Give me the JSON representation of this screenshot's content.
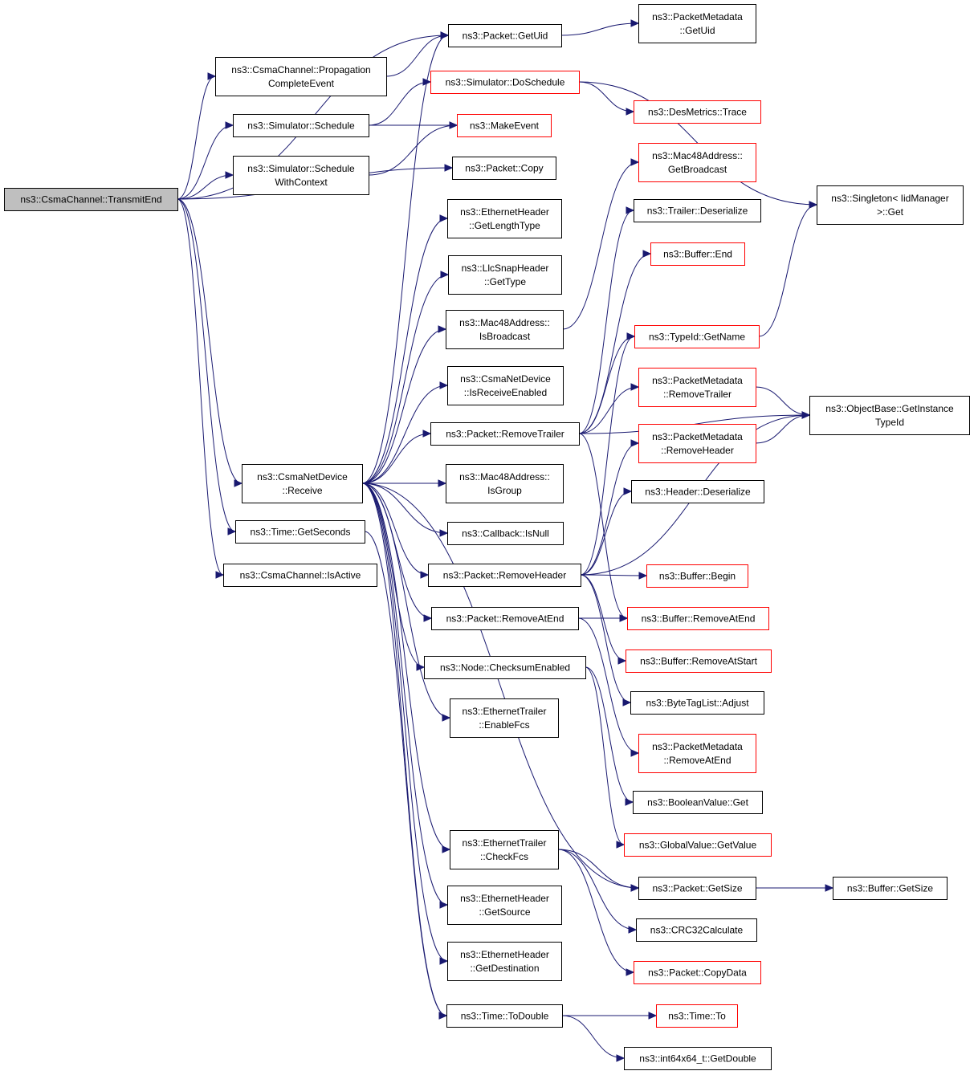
{
  "colors": {
    "edge": "#191970",
    "root_fill": "#bfbfbf",
    "root_border": "#000000",
    "documented_border": "#000000",
    "undocumented_border": "#ff0000"
  },
  "nodes": [
    {
      "id": "transmit_end",
      "lines": [
        "ns3::CsmaChannel::TransmitEnd"
      ],
      "style": "root"
    },
    {
      "id": "packet_getuid",
      "lines": [
        "ns3::Packet::GetUid"
      ],
      "style": "black"
    },
    {
      "id": "packetmetadata_getuid",
      "lines": [
        "ns3::PacketMetadata",
        "::GetUid"
      ],
      "style": "black"
    },
    {
      "id": "propagation_complete",
      "lines": [
        "ns3::CsmaChannel::Propagation",
        "CompleteEvent"
      ],
      "style": "black"
    },
    {
      "id": "simulator_doschedule",
      "lines": [
        "ns3::Simulator::DoSchedule"
      ],
      "style": "red"
    },
    {
      "id": "desmetrics_trace",
      "lines": [
        "ns3::DesMetrics::Trace"
      ],
      "style": "red"
    },
    {
      "id": "simulator_schedule",
      "lines": [
        "ns3::Simulator::Schedule"
      ],
      "style": "black"
    },
    {
      "id": "makeevent",
      "lines": [
        "ns3::MakeEvent"
      ],
      "style": "red"
    },
    {
      "id": "schedule_withcontext",
      "lines": [
        "ns3::Simulator::Schedule",
        "WithContext"
      ],
      "style": "black"
    },
    {
      "id": "packet_copy",
      "lines": [
        "ns3::Packet::Copy"
      ],
      "style": "black"
    },
    {
      "id": "mac48_getbroadcast",
      "lines": [
        "ns3::Mac48Address::",
        "GetBroadcast"
      ],
      "style": "red"
    },
    {
      "id": "singleton_get",
      "lines": [
        "ns3::Singleton< IidManager",
        ">::Get"
      ],
      "style": "black"
    },
    {
      "id": "ethhdr_getlengthtype",
      "lines": [
        "ns3::EthernetHeader",
        "::GetLengthType"
      ],
      "style": "black"
    },
    {
      "id": "trailer_deserialize",
      "lines": [
        "ns3::Trailer::Deserialize"
      ],
      "style": "black"
    },
    {
      "id": "buffer_end",
      "lines": [
        "ns3::Buffer::End"
      ],
      "style": "red"
    },
    {
      "id": "llcsnap_gettype",
      "lines": [
        "ns3::LlcSnapHeader",
        "::GetType"
      ],
      "style": "black"
    },
    {
      "id": "mac48_isbroadcast",
      "lines": [
        "ns3::Mac48Address::",
        "IsBroadcast"
      ],
      "style": "black"
    },
    {
      "id": "typeid_getname",
      "lines": [
        "ns3::TypeId::GetName"
      ],
      "style": "red"
    },
    {
      "id": "csmanetdevice_isreceiveenabled",
      "lines": [
        "ns3::CsmaNetDevice",
        "::IsReceiveEnabled"
      ],
      "style": "black"
    },
    {
      "id": "pm_removetrailer",
      "lines": [
        "ns3::PacketMetadata",
        "::RemoveTrailer"
      ],
      "style": "red"
    },
    {
      "id": "objectbase_getinstancetypeid",
      "lines": [
        "ns3::ObjectBase::GetInstance",
        "TypeId"
      ],
      "style": "black"
    },
    {
      "id": "packet_removetrailer",
      "lines": [
        "ns3::Packet::RemoveTrailer"
      ],
      "style": "black"
    },
    {
      "id": "pm_removeheader",
      "lines": [
        "ns3::PacketMetadata",
        "::RemoveHeader"
      ],
      "style": "red"
    },
    {
      "id": "csmanetdevice_receive",
      "lines": [
        "ns3::CsmaNetDevice",
        "::Receive"
      ],
      "style": "black"
    },
    {
      "id": "mac48_isgroup",
      "lines": [
        "ns3::Mac48Address::",
        "IsGroup"
      ],
      "style": "black"
    },
    {
      "id": "header_deserialize",
      "lines": [
        "ns3::Header::Deserialize"
      ],
      "style": "black"
    },
    {
      "id": "time_getseconds",
      "lines": [
        "ns3::Time::GetSeconds"
      ],
      "style": "black"
    },
    {
      "id": "callback_isnull",
      "lines": [
        "ns3::Callback::IsNull"
      ],
      "style": "black"
    },
    {
      "id": "csmachannel_isactive",
      "lines": [
        "ns3::CsmaChannel::IsActive"
      ],
      "style": "black"
    },
    {
      "id": "packet_removeheader",
      "lines": [
        "ns3::Packet::RemoveHeader"
      ],
      "style": "black"
    },
    {
      "id": "buffer_begin",
      "lines": [
        "ns3::Buffer::Begin"
      ],
      "style": "red"
    },
    {
      "id": "packet_removeatend",
      "lines": [
        "ns3::Packet::RemoveAtEnd"
      ],
      "style": "black"
    },
    {
      "id": "buffer_removeatend",
      "lines": [
        "ns3::Buffer::RemoveAtEnd"
      ],
      "style": "red"
    },
    {
      "id": "node_checksumenabled",
      "lines": [
        "ns3::Node::ChecksumEnabled"
      ],
      "style": "black"
    },
    {
      "id": "buffer_removeatstart",
      "lines": [
        "ns3::Buffer::RemoveAtStart"
      ],
      "style": "red"
    },
    {
      "id": "bytetaglist_adjust",
      "lines": [
        "ns3::ByteTagList::Adjust"
      ],
      "style": "black"
    },
    {
      "id": "ethtrailer_enablefcs",
      "lines": [
        "ns3::EthernetTrailer",
        "::EnableFcs"
      ],
      "style": "black"
    },
    {
      "id": "pm_removeatend",
      "lines": [
        "ns3::PacketMetadata",
        "::RemoveAtEnd"
      ],
      "style": "red"
    },
    {
      "id": "booleanvalue_get",
      "lines": [
        "ns3::BooleanValue::Get"
      ],
      "style": "black"
    },
    {
      "id": "globalvalue_getvalue",
      "lines": [
        "ns3::GlobalValue::GetValue"
      ],
      "style": "red"
    },
    {
      "id": "ethtrailer_checkfcs",
      "lines": [
        "ns3::EthernetTrailer",
        "::CheckFcs"
      ],
      "style": "black"
    },
    {
      "id": "packet_getsize",
      "lines": [
        "ns3::Packet::GetSize"
      ],
      "style": "black"
    },
    {
      "id": "buffer_getsize",
      "lines": [
        "ns3::Buffer::GetSize"
      ],
      "style": "black"
    },
    {
      "id": "ethhdr_getsource",
      "lines": [
        "ns3::EthernetHeader",
        "::GetSource"
      ],
      "style": "black"
    },
    {
      "id": "crc32calculate",
      "lines": [
        "ns3::CRC32Calculate"
      ],
      "style": "black"
    },
    {
      "id": "ethhdr_getdestination",
      "lines": [
        "ns3::EthernetHeader",
        "::GetDestination"
      ],
      "style": "black"
    },
    {
      "id": "packet_copydata",
      "lines": [
        "ns3::Packet::CopyData"
      ],
      "style": "red"
    },
    {
      "id": "time_todouble",
      "lines": [
        "ns3::Time::ToDouble"
      ],
      "style": "black"
    },
    {
      "id": "time_to",
      "lines": [
        "ns3::Time::To"
      ],
      "style": "red"
    },
    {
      "id": "int64x64_getdouble",
      "lines": [
        "ns3::int64x64_t::GetDouble"
      ],
      "style": "black"
    }
  ],
  "edges": [
    [
      "transmit_end",
      "packet_getuid"
    ],
    [
      "transmit_end",
      "propagation_complete"
    ],
    [
      "transmit_end",
      "simulator_schedule"
    ],
    [
      "transmit_end",
      "schedule_withcontext"
    ],
    [
      "transmit_end",
      "packet_copy"
    ],
    [
      "transmit_end",
      "csmanetdevice_receive"
    ],
    [
      "transmit_end",
      "time_getseconds"
    ],
    [
      "transmit_end",
      "csmachannel_isactive"
    ],
    [
      "packet_getuid",
      "packetmetadata_getuid"
    ],
    [
      "propagation_complete",
      "packet_getuid"
    ],
    [
      "simulator_schedule",
      "simulator_doschedule"
    ],
    [
      "simulator_schedule",
      "makeevent"
    ],
    [
      "schedule_withcontext",
      "makeevent"
    ],
    [
      "simulator_doschedule",
      "desmetrics_trace"
    ],
    [
      "simulator_doschedule",
      "singleton_get"
    ],
    [
      "csmanetdevice_receive",
      "packet_getuid"
    ],
    [
      "csmanetdevice_receive",
      "ethhdr_getlengthtype"
    ],
    [
      "csmanetdevice_receive",
      "llcsnap_gettype"
    ],
    [
      "csmanetdevice_receive",
      "mac48_isbroadcast"
    ],
    [
      "csmanetdevice_receive",
      "csmanetdevice_isreceiveenabled"
    ],
    [
      "csmanetdevice_receive",
      "packet_removetrailer"
    ],
    [
      "csmanetdevice_receive",
      "mac48_isgroup"
    ],
    [
      "csmanetdevice_receive",
      "callback_isnull"
    ],
    [
      "csmanetdevice_receive",
      "packet_removeheader"
    ],
    [
      "csmanetdevice_receive",
      "packet_removeatend"
    ],
    [
      "csmanetdevice_receive",
      "node_checksumenabled"
    ],
    [
      "csmanetdevice_receive",
      "ethtrailer_enablefcs"
    ],
    [
      "csmanetdevice_receive",
      "ethtrailer_checkfcs"
    ],
    [
      "csmanetdevice_receive",
      "packet_getsize"
    ],
    [
      "csmanetdevice_receive",
      "ethhdr_getsource"
    ],
    [
      "csmanetdevice_receive",
      "ethhdr_getdestination"
    ],
    [
      "csmanetdevice_receive",
      "time_todouble"
    ],
    [
      "mac48_isbroadcast",
      "mac48_getbroadcast"
    ],
    [
      "packet_removetrailer",
      "trailer_deserialize"
    ],
    [
      "packet_removetrailer",
      "buffer_end"
    ],
    [
      "packet_removetrailer",
      "typeid_getname"
    ],
    [
      "packet_removetrailer",
      "pm_removetrailer"
    ],
    [
      "packet_removetrailer",
      "objectbase_getinstancetypeid"
    ],
    [
      "packet_removetrailer",
      "buffer_removeatend"
    ],
    [
      "typeid_getname",
      "singleton_get"
    ],
    [
      "pm_removetrailer",
      "objectbase_getinstancetypeid"
    ],
    [
      "pm_removeheader",
      "objectbase_getinstancetypeid"
    ],
    [
      "packet_removeheader",
      "typeid_getname"
    ],
    [
      "packet_removeheader",
      "pm_removeheader"
    ],
    [
      "packet_removeheader",
      "header_deserialize"
    ],
    [
      "packet_removeheader",
      "objectbase_getinstancetypeid"
    ],
    [
      "packet_removeheader",
      "buffer_begin"
    ],
    [
      "packet_removeheader",
      "buffer_removeatstart"
    ],
    [
      "packet_removeheader",
      "bytetaglist_adjust"
    ],
    [
      "packet_removeatend",
      "buffer_removeatend"
    ],
    [
      "packet_removeatend",
      "pm_removeatend"
    ],
    [
      "node_checksumenabled",
      "booleanvalue_get"
    ],
    [
      "node_checksumenabled",
      "globalvalue_getvalue"
    ],
    [
      "ethtrailer_checkfcs",
      "packet_getsize"
    ],
    [
      "ethtrailer_checkfcs",
      "crc32calculate"
    ],
    [
      "ethtrailer_checkfcs",
      "packet_copydata"
    ],
    [
      "packet_getsize",
      "buffer_getsize"
    ],
    [
      "time_getseconds",
      "time_todouble"
    ],
    [
      "time_todouble",
      "time_to"
    ],
    [
      "time_todouble",
      "int64x64_getdouble"
    ]
  ]
}
